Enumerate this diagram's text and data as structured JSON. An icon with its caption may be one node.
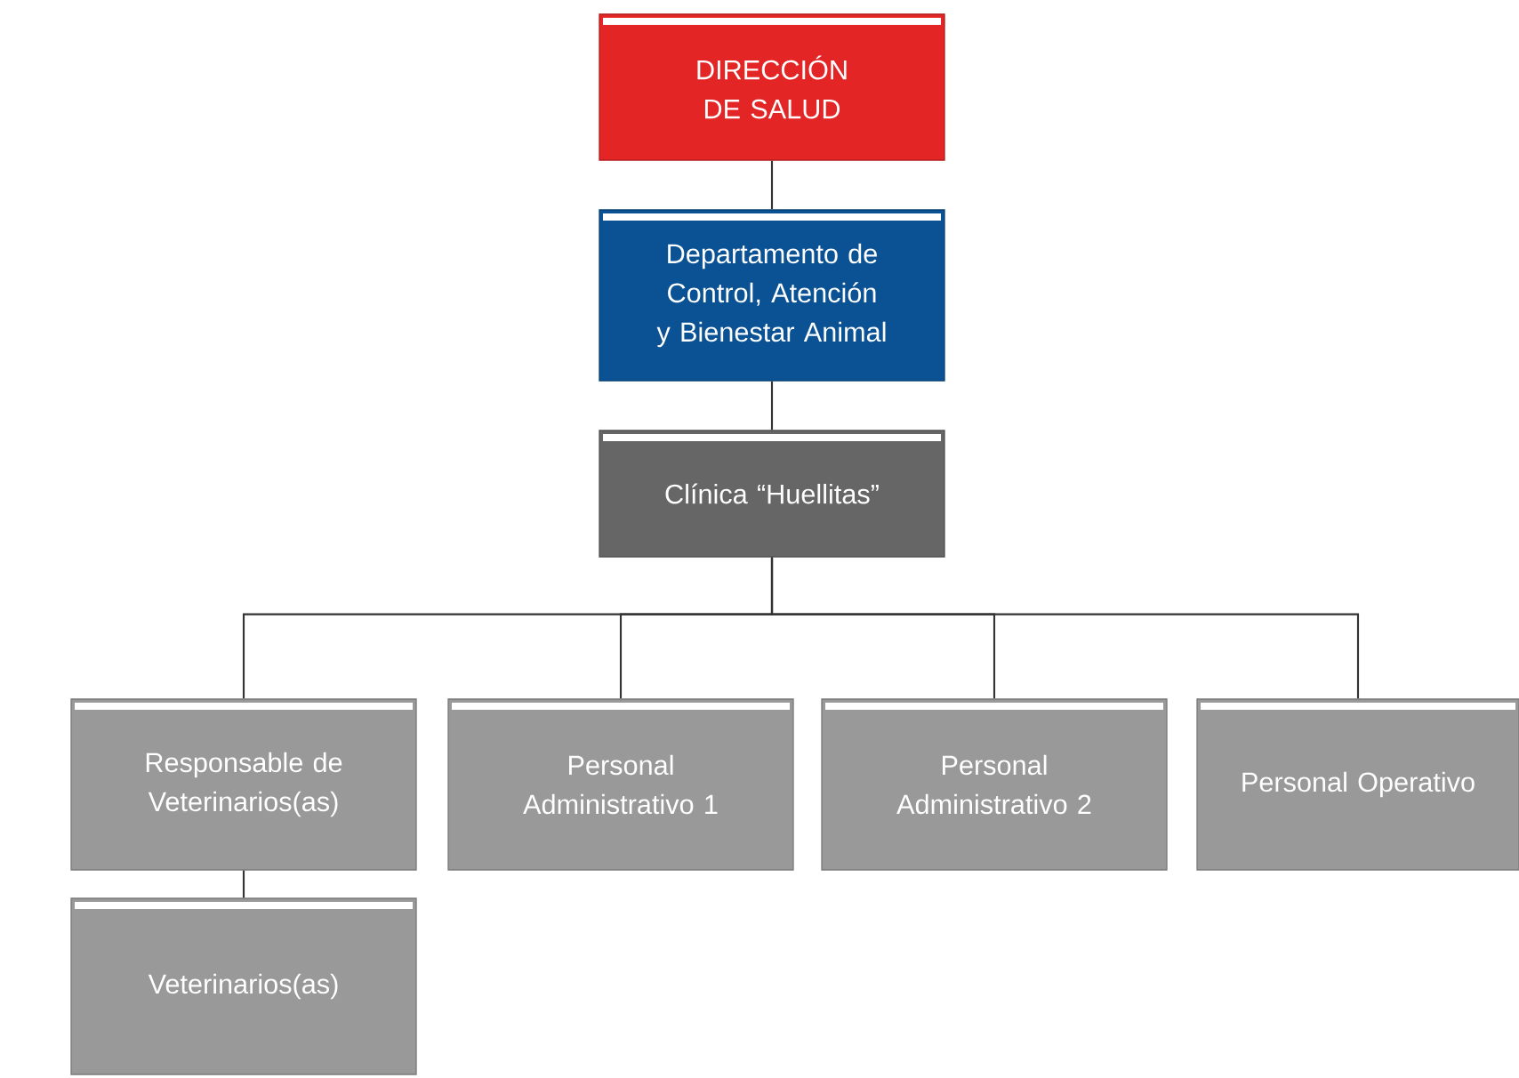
{
  "diagram": {
    "nodes": [
      {
        "text": [
          "DIRECCIÓN DE SALUD"
        ]
      },
      {
        "text": [
          "Departamento de Control, Atención y Bienestar Animal"
        ]
      },
      {
        "text": [
          "Clínica “Huellitas”"
        ]
      },
      {
        "text": [
          "Responsable de Veterinarios(as)"
        ]
      },
      {
        "text": [
          "Personal Administrativo 1"
        ]
      },
      {
        "text": [
          "Personal Administrativo 2"
        ]
      },
      {
        "text": [
          "Personal Operativo"
        ]
      },
      {
        "text": [
          "Veterinarios(as)"
        ]
      }
    ],
    "edges": [
      {
        "from": 0,
        "to": 1,
        "arrow": "none"
      },
      {
        "from": 1,
        "to": 2,
        "arrow": "none"
      },
      {
        "from": 2,
        "to": 3,
        "arrow": "none"
      },
      {
        "from": 2,
        "to": 4,
        "arrow": "none"
      },
      {
        "from": 2,
        "to": 5,
        "arrow": "none"
      },
      {
        "from": 2,
        "to": 6,
        "arrow": "none"
      },
      {
        "from": 3,
        "to": 7,
        "arrow": "none"
      }
    ]
  }
}
